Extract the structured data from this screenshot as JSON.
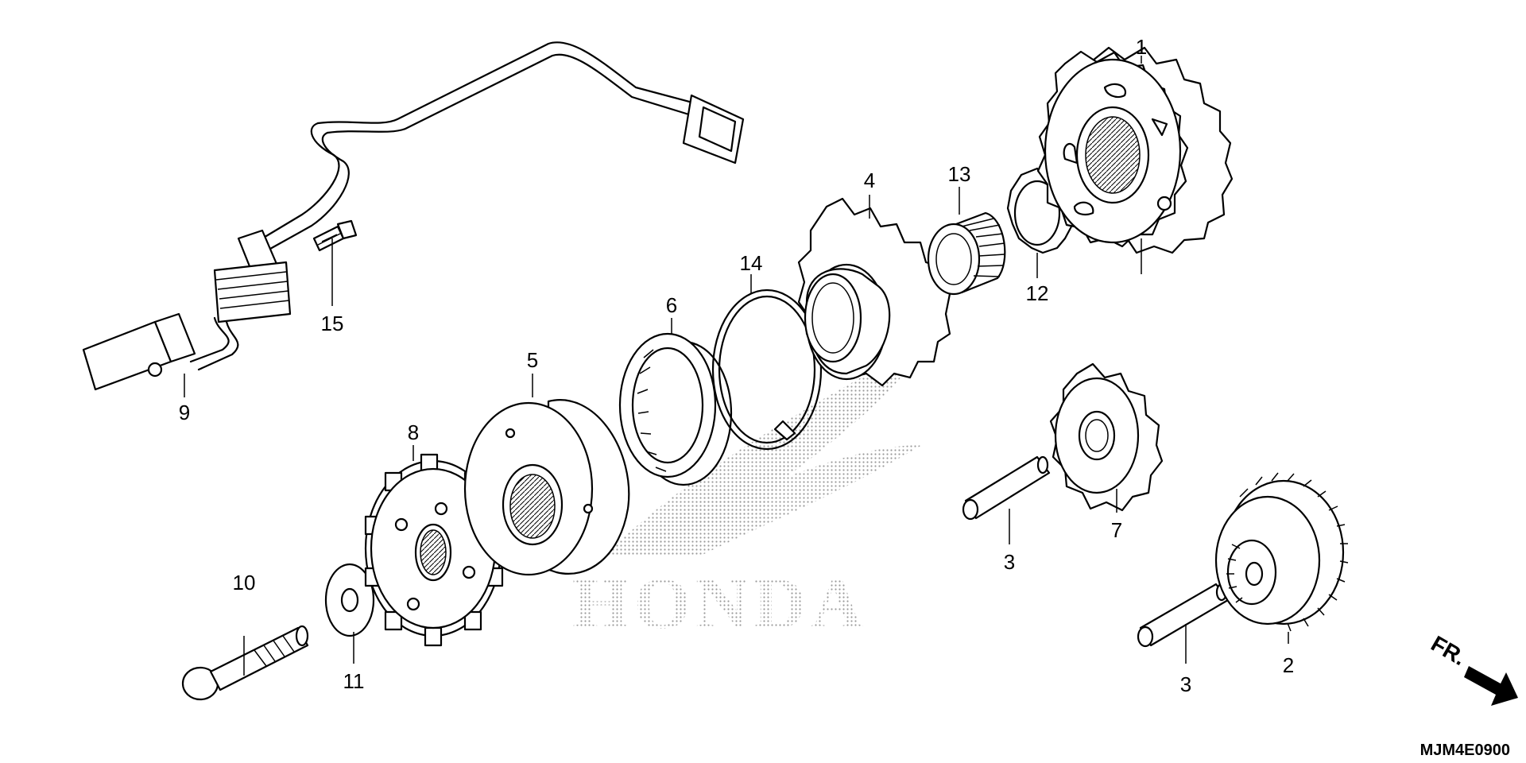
{
  "diagram": {
    "code": "MJM4E0900",
    "direction_label": "FR.",
    "watermark_text": "HONDA",
    "colors": {
      "ink": "#000000",
      "background": "#ffffff",
      "watermark": "#9a9a9a"
    },
    "callouts": {
      "c1": "1",
      "c2": "2",
      "c3a": "3",
      "c3b": "3",
      "c4": "4",
      "c5": "5",
      "c6": "6",
      "c7": "7",
      "c8": "8",
      "c9": "9",
      "c10": "10",
      "c11": "11",
      "c12": "12",
      "c13": "13",
      "c14": "14",
      "c15": "15"
    }
  }
}
